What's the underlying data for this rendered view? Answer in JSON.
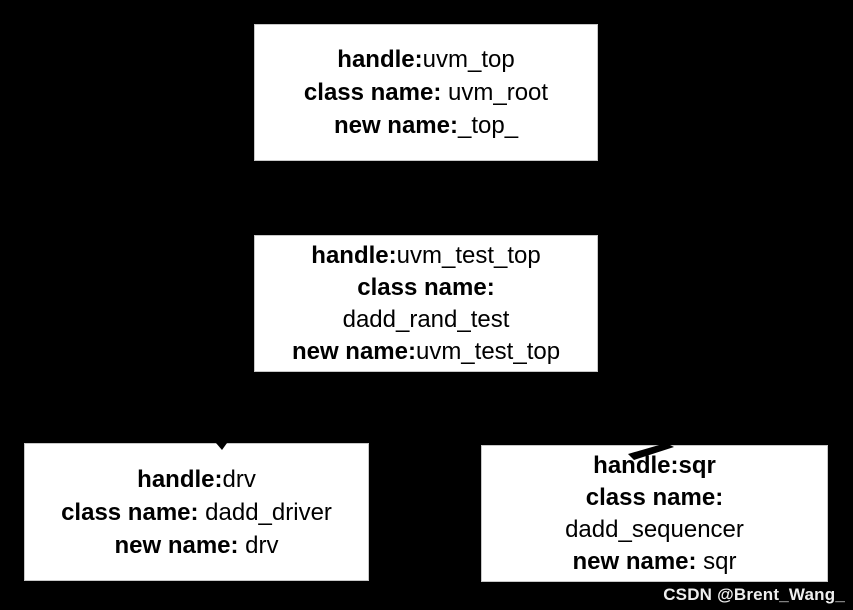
{
  "colors": {
    "background": "#000000",
    "node_background": "#ffffff",
    "node_border": "#c8c8c8",
    "node_text": "#000000",
    "watermark_text": "#efefef",
    "arrow_mark": "#000000"
  },
  "nodes": [
    {
      "id": "uvm_top",
      "lines": [
        {
          "label": "handle:",
          "value": "uvm_top"
        },
        {
          "label": "class name:",
          "value": " uvm_root"
        },
        {
          "label": "new name:",
          "value": "_top_"
        }
      ]
    },
    {
      "id": "uvm_test_top",
      "lines": [
        {
          "label": "handle:",
          "value": "uvm_test_top"
        },
        {
          "label": "class name:",
          "value": ""
        },
        {
          "label": "",
          "value": "dadd_rand_test"
        },
        {
          "label": "new name:",
          "value": "uvm_test_top"
        }
      ]
    },
    {
      "id": "drv",
      "lines": [
        {
          "label": "handle:",
          "value": "drv"
        },
        {
          "label": "class name:",
          "value": " dadd_driver"
        },
        {
          "label": "new name:",
          "value": " drv"
        }
      ]
    },
    {
      "id": "sqr",
      "lines": [
        {
          "label": "handle:sqr",
          "value": ""
        },
        {
          "label": "class name:",
          "value": ""
        },
        {
          "label": "",
          "value": "dadd_sequencer"
        },
        {
          "label": "new name:",
          "value": " sqr"
        }
      ]
    }
  ],
  "marks": [
    {
      "name": "arrow-tip-into-drv"
    },
    {
      "name": "arrow-tip-into-sqr"
    }
  ],
  "watermark": {
    "text": "CSDN @Brent_Wang_"
  }
}
